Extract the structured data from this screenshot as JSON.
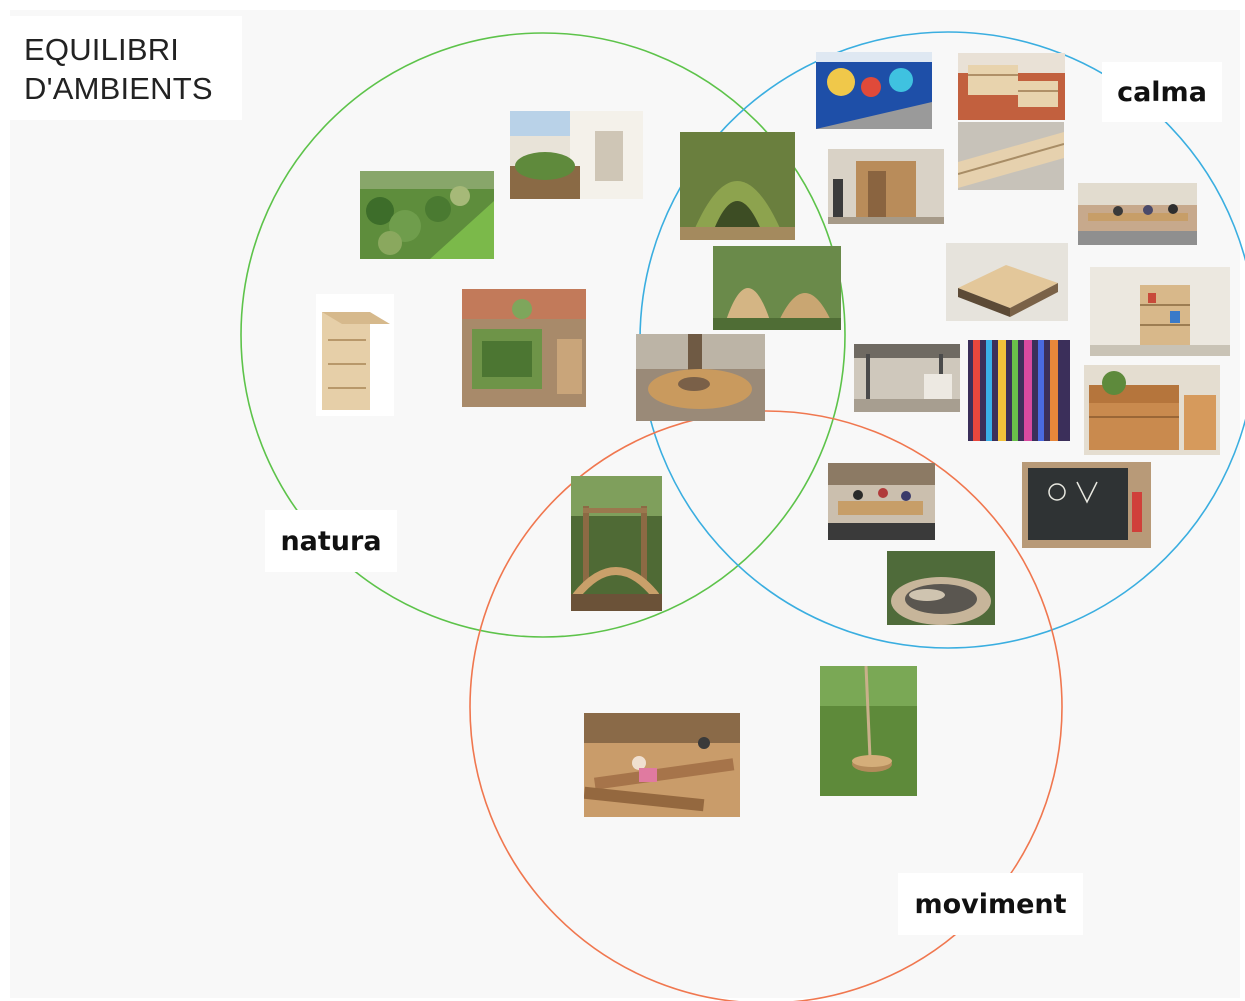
{
  "title": {
    "line1": "EQUILIBRI",
    "line2": "D'AMBIENTS"
  },
  "sets": [
    {
      "name": "natura",
      "color": "#5dc34a"
    },
    {
      "name": "calma",
      "color": "#3aaee0"
    },
    {
      "name": "moviment",
      "color": "#f0774f"
    }
  ],
  "labels": {
    "natura": "natura",
    "calma": "calma",
    "moviment": "moviment"
  },
  "photos": [
    {
      "id": "garden-hedge",
      "icon": "garden-photo-icon"
    },
    {
      "id": "courtyard-planter",
      "icon": "courtyard-photo-icon"
    },
    {
      "id": "willow-tunnel",
      "icon": "willow-dome-photo-icon"
    },
    {
      "id": "wooden-wall-box",
      "icon": "wooden-box-photo-icon"
    },
    {
      "id": "rooftop-garden",
      "icon": "green-roof-photo-icon"
    },
    {
      "id": "wooden-shells",
      "icon": "wooden-shell-photo-icon"
    },
    {
      "id": "tree-deck",
      "icon": "tree-deck-photo-icon"
    },
    {
      "id": "climbing-frame",
      "icon": "climbing-frame-photo-icon"
    },
    {
      "id": "mural-wall",
      "icon": "mural-photo-icon"
    },
    {
      "id": "pallet-bench",
      "icon": "pallet-photo-icon"
    },
    {
      "id": "pallet-long",
      "icon": "pallet-photo-icon"
    },
    {
      "id": "wooden-cabin",
      "icon": "wooden-cabin-photo-icon"
    },
    {
      "id": "street-tables",
      "icon": "street-table-photo-icon"
    },
    {
      "id": "wooden-platform",
      "icon": "platform-photo-icon"
    },
    {
      "id": "shelf-corner",
      "icon": "shelf-photo-icon"
    },
    {
      "id": "pergola",
      "icon": "pergola-photo-icon"
    },
    {
      "id": "ribbon-curtain",
      "icon": "ribbon-photo-icon"
    },
    {
      "id": "planter-bench",
      "icon": "planter-bench-photo-icon"
    },
    {
      "id": "pallet-stage",
      "icon": "playground-photo-icon"
    },
    {
      "id": "chalkboard-fence",
      "icon": "chalkboard-photo-icon"
    },
    {
      "id": "amphitheatre",
      "icon": "amphitheatre-photo-icon"
    },
    {
      "id": "log-climbing",
      "icon": "log-climb-photo-icon"
    },
    {
      "id": "rope-swing",
      "icon": "rope-swing-photo-icon"
    }
  ]
}
